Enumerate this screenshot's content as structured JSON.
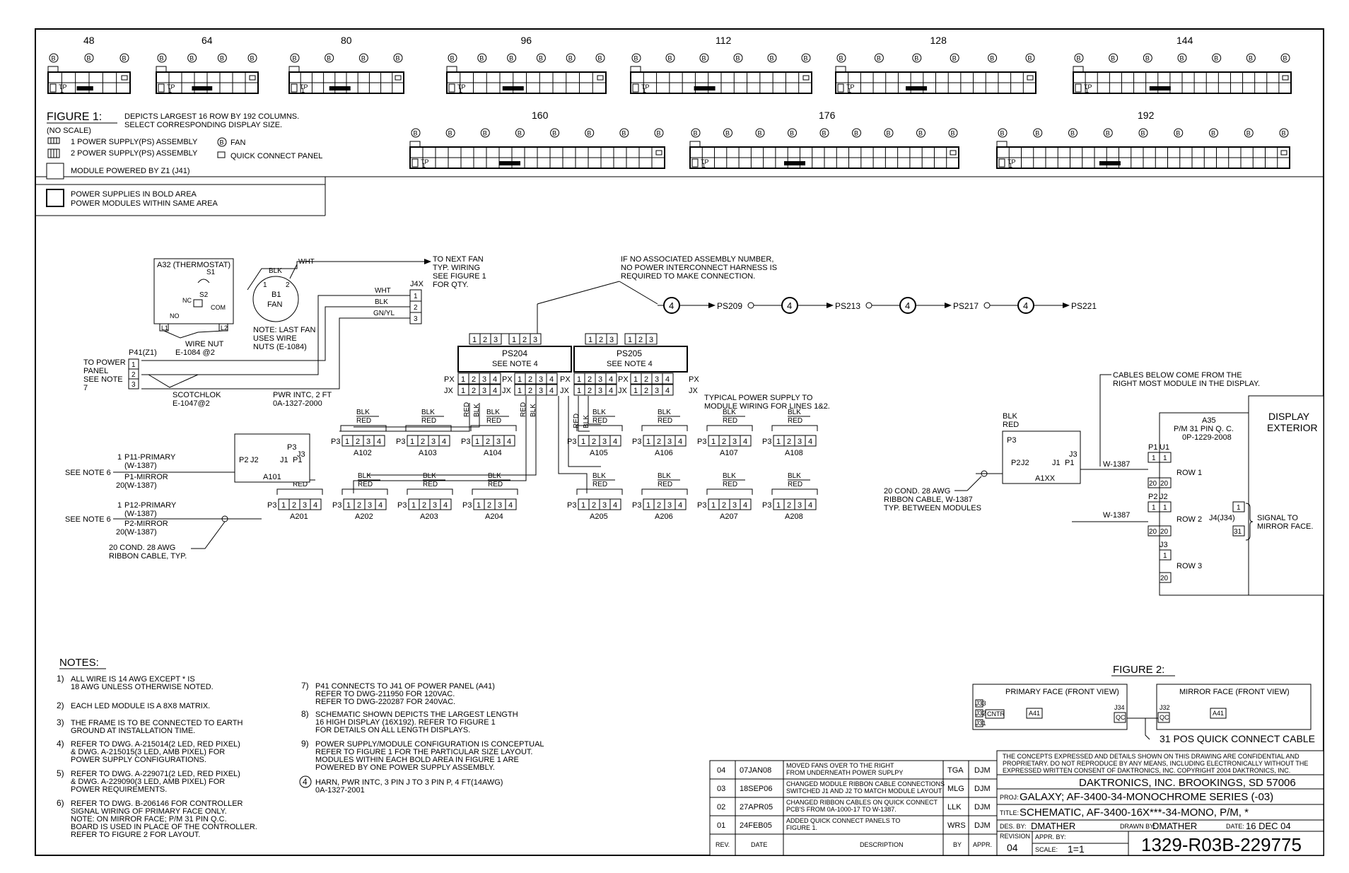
{
  "figure1": {
    "title": "FIGURE 1:",
    "scale": "(NO SCALE)",
    "desc1": "DEPICTS LARGEST 16 ROW BY 192 COLUMNS.",
    "desc2": "SELECT CORRESPONDING DISPLAY SIZE.",
    "legend": {
      "ps1": "1 POWER SUPPLY(PS) ASSEMBLY",
      "ps2": "2 POWER SUPPLY(PS) ASSEMBLY",
      "fan": "FAN",
      "qc": "QUICK CONNECT PANEL",
      "z1": "MODULE POWERED BY Z1 (J41)",
      "bold1": "POWER SUPPLIES IN BOLD AREA",
      "bold2": "POWER MODULES WITHIN SAME AREA"
    },
    "sizes_top": [
      "48",
      "64",
      "80",
      "96",
      "112",
      "128",
      "144"
    ],
    "sizes_bottom": [
      "160",
      "176",
      "192"
    ],
    "fan_symbol": "B",
    "tp_label": "TP",
    "tp_num": "1"
  },
  "schematic": {
    "thermostat": "A32 (THERMOSTAT)",
    "s1": "S1",
    "s2": "S2",
    "nc": "NC",
    "no": "NO",
    "com": "COM",
    "l1": "L1",
    "l2": "L2",
    "wire_nut1": "WIRE NUT",
    "wire_nut2": "E-1084 @2",
    "fan_b1": "B1",
    "fan_label": "FAN",
    "fan_pin1": "1",
    "fan_pin2": "2",
    "note_fan1": "NOTE: LAST FAN",
    "note_fan2": "USES WIRE",
    "note_fan3": "NUTS (E-1084)",
    "wht": "WHT",
    "blk": "BLK",
    "gnyl": "GN/YL",
    "red": "RED",
    "j4x": "J4X",
    "next_fan1": "TO NEXT FAN",
    "next_fan2": "TYP. WIRING",
    "next_fan3": "SEE FIGURE 1",
    "next_fan4": "FOR QTY.",
    "p41": "P41(Z1)",
    "to_power1": "TO POWER",
    "to_power2": "PANEL",
    "to_power3": "SEE NOTE",
    "to_power4": "7",
    "scotchlok1": "SCOTCHLOK",
    "scotchlok2": "E-1047@2",
    "pwr_intc1": "PWR INTC, 2 FT",
    "pwr_intc2": "0A-1327-2000",
    "no_assoc1": "IF NO ASSOCIATED ASSEMBLY NUMBER,",
    "no_assoc2": "NO POWER INTERCONNECT HARNESS IS",
    "no_assoc3": "REQUIRED TO MAKE CONNECTION.",
    "ps204": "PS204",
    "ps205": "PS205",
    "see_note4": "SEE NOTE 4",
    "px": "PX",
    "jx": "JX",
    "chain_num": "4",
    "chain": [
      "PS209",
      "PS213",
      "PS217",
      "PS221"
    ],
    "typical1": "TYPICAL POWER SUPPLY TO",
    "typical2": "MODULE WIRING FOR LINES 1&2.",
    "p3": "P3",
    "j3": "J3",
    "p2": "P2",
    "j2": "J2",
    "j1": "J1",
    "p1": "P1",
    "pins4": [
      "1",
      "2",
      "3",
      "4"
    ],
    "pins3": [
      "1",
      "2",
      "3"
    ],
    "modules_row1_left": [
      "A102",
      "A103",
      "A104"
    ],
    "modules_row1_right": [
      "A105",
      "A106",
      "A107",
      "A108"
    ],
    "modules_row2_left": [
      "A201",
      "A202",
      "A203",
      "A204"
    ],
    "modules_row2_right": [
      "A205",
      "A206",
      "A207",
      "A208"
    ],
    "a101": "A101",
    "see_note6": "SEE NOTE 6",
    "p11_primary": "P11-PRIMARY",
    "w1387p": "(W-1387)",
    "p1_mirror": "P1-MIRROR",
    "p12_primary": "P12-PRIMARY",
    "p2_mirror": "P2-MIRROR",
    "pin1": "1",
    "pin20": "20",
    "ribbon1": "20 COND. 28 AWG",
    "ribbon2": "RIBBON CABLE, TYP.",
    "cables_below1": "CABLES BELOW COME FROM THE",
    "cables_below2": "RIGHT MOST MODULE IN THE DISPLAY.",
    "display_ext1": "DISPLAY",
    "display_ext2": "EXTERIOR",
    "a35": "A35",
    "a35_pn": "P/M 31 PIN Q. C.",
    "a35_dwg": "0P-1229-2008",
    "u1": "U1",
    "u2": "J2",
    "u3": "J3",
    "row1": "ROW 1",
    "row2": "ROW 2",
    "row3": "ROW 3",
    "a1xx": "A1XX",
    "w1387": "W-1387",
    "ribbon_r1": "20 COND. 28 AWG",
    "ribbon_r2": "RIBBON CABLE, W-1387",
    "ribbon_r3": "TYP. BETWEEN MODULES",
    "j4j34": "J4(J34)",
    "pin31": "31",
    "signal1": "SIGNAL TO",
    "signal2": "MIRROR FACE."
  },
  "figure2": {
    "title": "FIGURE 2:",
    "primary": "PRIMARY FACE (FRONT VIEW)",
    "mirror": "MIRROR FACE (FRONT VIEW)",
    "j33": "J33",
    "j32": "J32",
    "j31": "J31",
    "cntr": "CNTR",
    "j34": "J34",
    "a41": "A41",
    "qc": "QC",
    "qc_cable": "31 POS QUICK CONNECT CABLE"
  },
  "notes": {
    "title": "NOTES:",
    "items": [
      {
        "num": "1)",
        "lines": [
          "ALL WIRE IS 14 AWG EXCEPT * IS",
          "18 AWG UNLESS OTHERWISE NOTED."
        ]
      },
      {
        "num": "2)",
        "lines": [
          "EACH LED MODULE IS A 8X8 MATRIX."
        ]
      },
      {
        "num": "3)",
        "lines": [
          "THE FRAME IS TO BE CONNECTED TO EARTH",
          "GROUND AT INSTALLATION TIME."
        ]
      },
      {
        "num": "4)",
        "lines": [
          "REFER TO DWG. A-215014(2 LED, RED PIXEL)",
          "& DWG. A-215015(3 LED, AMB PIXEL) FOR",
          "POWER SUPPLY CONFIGURATIONS."
        ]
      },
      {
        "num": "5)",
        "lines": [
          "REFER TO DWG. A-229071(2 LED, RED PIXEL)",
          "& DWG. A-229090(3 LED, AMB PIXEL) FOR",
          "POWER REQUIREMENTS."
        ]
      },
      {
        "num": "6)",
        "lines": [
          "REFER TO DWG. B-206146 FOR CONTROLLER",
          "SIGNAL WIRING OF PRIMARY FACE ONLY.",
          "NOTE: ON MIRROR FACE; P/M 31 PIN Q.C.",
          "BOARD IS USED IN PLACE OF THE CONTROLLER.",
          "REFER TO FIGURE 2 FOR LAYOUT."
        ]
      },
      {
        "num": "7)",
        "lines": [
          "P41 CONNECTS TO J41 OF POWER PANEL (A41)",
          "REFER TO DWG-211950 FOR 120VAC.",
          "REFER TO DWG-220287 FOR 240VAC."
        ]
      },
      {
        "num": "8)",
        "lines": [
          "SCHEMATIC SHOWN DEPICTS THE LARGEST LENGTH",
          "16 HIGH DISPLAY (16X192). REFER TO FIGURE 1",
          "FOR DETAILS ON ALL LENGTH DISPLAYS."
        ]
      },
      {
        "num": "9)",
        "lines": [
          "POWER SUPPLY/MODULE CONFIGURATION IS CONCEPTUAL",
          "REFER TO FIGURE 1 FOR THE PARTICULAR SIZE LAYOUT.",
          "MODULES WITHIN EACH BOLD AREA IN FIGURE 1 ARE",
          "POWERED BY ONE POWER SUPPLY ASSEMBLY."
        ]
      },
      {
        "num": "4",
        "lines": [
          "HARN, PWR INTC, 3 PIN J TO 3 PIN P, 4 FT(14AWG)",
          "0A-1327-2001"
        ]
      }
    ]
  },
  "revisions": {
    "headers": [
      "REV.",
      "DATE",
      "DESCRIPTION",
      "BY",
      "APPR."
    ],
    "rows": [
      {
        "rev": "04",
        "date": "07JAN08",
        "desc": [
          "MOVED FANS OVER TO THE RIGHT",
          "FROM UNDERNEATH POWER SUPLPY"
        ],
        "by": "TGA",
        "appr": "DJM"
      },
      {
        "rev": "03",
        "date": "18SEP06",
        "desc": [
          "CHANGED MODULE RIBBON CABLE CONNECTIONS",
          "SWITCHED J1 AND J2 TO MATCH MODULE LAYOUT"
        ],
        "by": "MLG",
        "appr": "DJM"
      },
      {
        "rev": "02",
        "date": "27APR05",
        "desc": [
          "CHANGED RIBBON CABLES ON QUICK CONNECT",
          "PCB'S FROM 0A-1000-17 TO W-1387."
        ],
        "by": "LLK",
        "appr": "DJM"
      },
      {
        "rev": "01",
        "date": "24FEB05",
        "desc": [
          "ADDED QUICK CONNECT PANELS TO",
          "FIGURE 1."
        ],
        "by": "WRS",
        "appr": "DJM"
      }
    ]
  },
  "titleblock": {
    "conf1": "THE CONCEPTS EXPRESSED AND DETAILS SHOWN ON THIS DRAWING ARE CONFIDENTIAL AND",
    "conf2": "PROPRIETARY. DO NOT REPRODUCE BY ANY MEANS, INCLUDING ELECTRONICALLY WITHOUT THE",
    "conf3": "EXPRESSED WRITTEN CONSENT OF DAKTRONICS, INC.          COPYRIGHT 2004 DAKTRONICS, INC.",
    "company": "DAKTRONICS, INC.  BROOKINGS, SD 57006",
    "proj_label": "PROJ:",
    "proj": "GALAXY; AF-3400-34-MONOCHROME SERIES (-03)",
    "title_label": "TITLE:",
    "title": "SCHEMATIC, AF-3400-16X***-34-MONO, P/M, *",
    "des_label": "DES. BY:",
    "des": "DMATHER",
    "drawn_label": "DRAWN BY:",
    "drawn": "DMATHER",
    "date_label": "DATE:",
    "date": "16 DEC 04",
    "revision_label": "REVISION",
    "revision": "04",
    "appr_label": "APPR. BY:",
    "scale_label": "SCALE:",
    "scale": "1=1",
    "dwg_no": "1329-R03B-229775"
  }
}
